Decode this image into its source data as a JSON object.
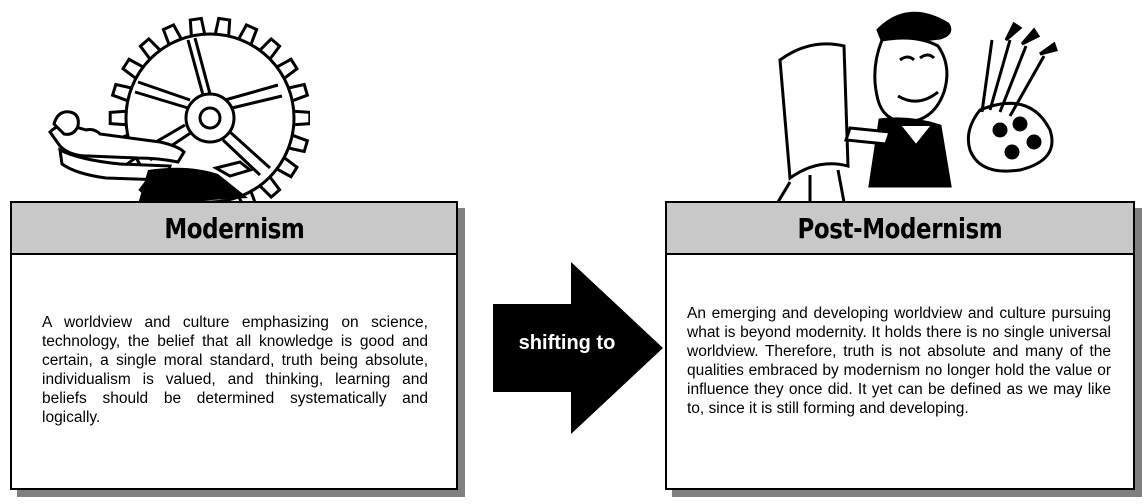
{
  "left_panel": {
    "title": "Modernism",
    "description": "A worldview and culture emphasizing on science, technology, the belief that all knowledge is good and certain, a single moral standard, truth being absolute, individualism is valued, and thinking, learning and beliefs should be determined systematically and logically."
  },
  "arrow": {
    "label": "shifting to"
  },
  "right_panel": {
    "title": "Post-Modernism",
    "description": "An emerging and developing worldview and culture pursuing what is beyond modernity. It holds there is no single universal worldview. Therefore, truth is not absolute and many of the qualities embraced by modernism no longer hold the value or influence they once did. It yet can be defined as we may like to, since it is still forming and developing."
  },
  "illustrations": {
    "left": "man-pushing-gear-clipart",
    "right": "painter-with-easel-clipart"
  },
  "colors": {
    "header_fill": "#c8c8c8",
    "shadow": "#808080",
    "arrow": "#000000"
  }
}
